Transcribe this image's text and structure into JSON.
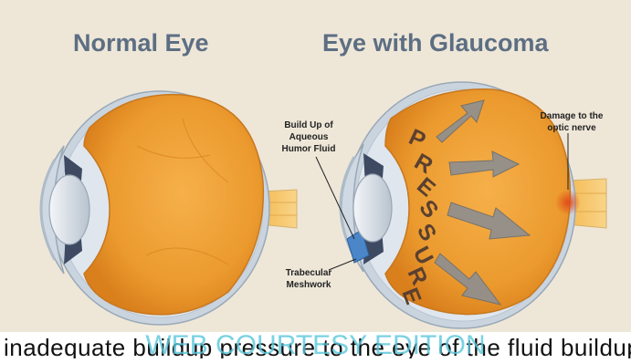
{
  "titles": {
    "normal": "Normal Eye",
    "glaucoma": "Eye with Glaucoma"
  },
  "labels": {
    "build_up": [
      "Build Up of",
      "Aqueous",
      "Humor Fluid"
    ],
    "trabecular": [
      "Trabecular",
      "Meshwork"
    ],
    "damage": [
      "Damage to the",
      "optic nerve"
    ],
    "pressure": [
      "P",
      "R",
      "E",
      "S",
      "S",
      "U",
      "R",
      "E"
    ]
  },
  "caption": {
    "text": "inadequate buildup pressure to the eye of the fluid buildup",
    "watermark": "WEB COURTESY EDITION"
  },
  "colors": {
    "background": "#eee7d8",
    "title": "#5d6e83",
    "vitreous": "#eb9a2e",
    "sclera": "#c9d4df",
    "lens": "#dfe5ec",
    "optic_nerve": "#f2c36a",
    "arrow": "#8f8f8f",
    "watermark": "#59c7dc"
  }
}
